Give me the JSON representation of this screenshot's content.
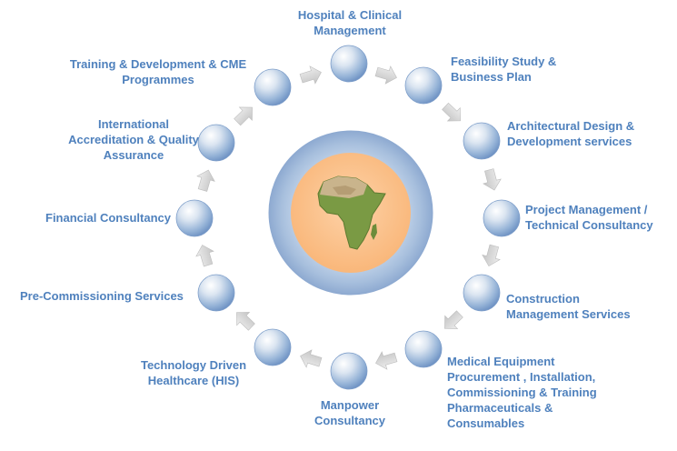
{
  "diagram": {
    "nodes": [
      {
        "id": "hospital",
        "lines": [
          "Hospital & Clinical",
          "Management"
        ]
      },
      {
        "id": "feasibility",
        "lines": [
          "Feasibility Study &",
          "Business Plan"
        ]
      },
      {
        "id": "architectural",
        "lines": [
          "Architectural Design &",
          "Development services"
        ]
      },
      {
        "id": "project",
        "lines": [
          "Project Management /",
          "Technical Consultancy"
        ]
      },
      {
        "id": "construction",
        "lines": [
          "Construction",
          "Management Services"
        ]
      },
      {
        "id": "medical",
        "lines": [
          "Medical Equipment",
          "Procurement , Installation,",
          "Commissioning & Training",
          "Pharmaceuticals &",
          "Consumables"
        ]
      },
      {
        "id": "manpower",
        "lines": [
          "Manpower",
          "Consultancy"
        ]
      },
      {
        "id": "technology",
        "lines": [
          "Technology Driven",
          "Healthcare (HIS)"
        ]
      },
      {
        "id": "precommissioning",
        "lines": [
          "Pre-Commissioning Services"
        ]
      },
      {
        "id": "financial",
        "lines": [
          "Financial Consultancy"
        ]
      },
      {
        "id": "accreditation",
        "lines": [
          "International",
          "Accreditation & Quality",
          "Assurance"
        ]
      },
      {
        "id": "training",
        "lines": [
          "Training & Development & CME",
          "Programmes"
        ]
      }
    ],
    "center_image": "africa-map-icon",
    "colors": {
      "label": "#4f81bd",
      "node": "#95b3d7",
      "arrow": "#d4d4d4",
      "ring": "#a7bfdd",
      "center": "#fbc28e"
    }
  }
}
